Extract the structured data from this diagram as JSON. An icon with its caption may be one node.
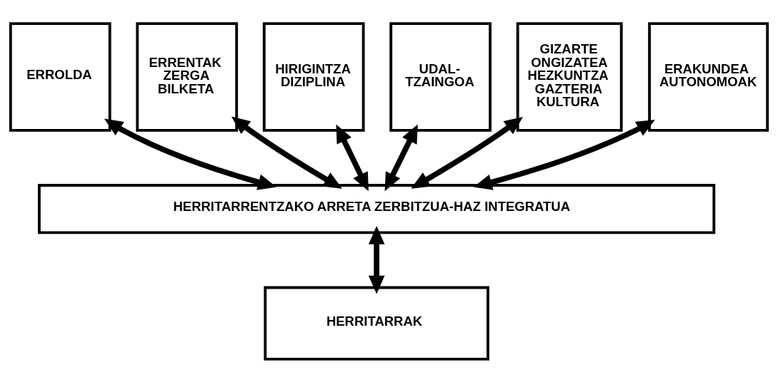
{
  "diagram": {
    "nodes": [
      {
        "text": [
          "ERROLDA"
        ]
      },
      {
        "text": [
          "ERRENTAK ZERGA BILKETA"
        ]
      },
      {
        "text": [
          "HIRIGINTZA DIZIPLINA"
        ]
      },
      {
        "text": [
          "UDAL- TZAINGOA"
        ]
      },
      {
        "text": [
          "GIZARTE ONGIZATEA HEZKUNTZA GAZTERIA KULTURA"
        ]
      },
      {
        "text": [
          "ERAKUNDEA AUTONOMOAK"
        ]
      },
      {
        "text": [
          "HERRITARRENTZAKO ARRETA ZERBITZUA-HAZ INTEGRATUA"
        ]
      },
      {
        "text": [
          "HERRITARRAK"
        ]
      }
    ],
    "edges": [
      {
        "from": 0,
        "to": 6,
        "arrow": "both"
      },
      {
        "from": 1,
        "to": 6,
        "arrow": "both"
      },
      {
        "from": 2,
        "to": 6,
        "arrow": "both"
      },
      {
        "from": 3,
        "to": 6,
        "arrow": "both"
      },
      {
        "from": 4,
        "to": 6,
        "arrow": "both"
      },
      {
        "from": 5,
        "to": 6,
        "arrow": "both"
      },
      {
        "from": 6,
        "to": 7,
        "arrow": "both"
      }
    ]
  }
}
